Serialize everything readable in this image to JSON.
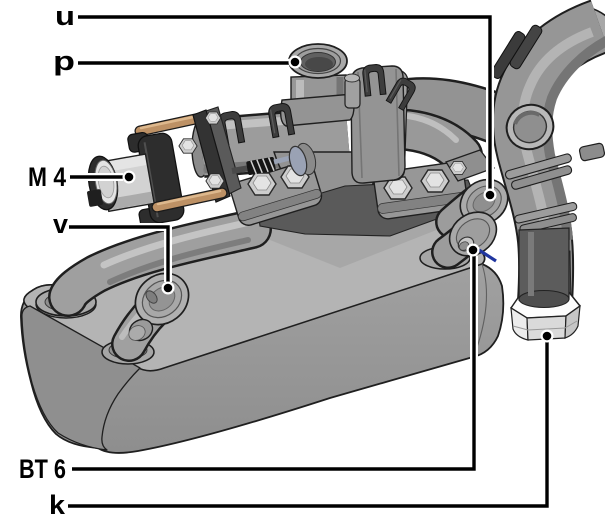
{
  "callouts": {
    "u": "u",
    "p": "p",
    "m4": "M 4",
    "v": "v",
    "bt6": "BT 6",
    "k": "k"
  },
  "colors": {
    "background": "#ffffff",
    "outline": "#1f1f1f",
    "leader_line": "#000000",
    "metal_light": "#b3b3b3",
    "metal_mid": "#9a9a9a",
    "metal_dark": "#3a3a3a",
    "copper_rod": "#c49a6c",
    "sensor_pin_blue": "#2036a0",
    "union_nut_white": "#f5f5f5",
    "motor_body": "#d6d6d6"
  }
}
